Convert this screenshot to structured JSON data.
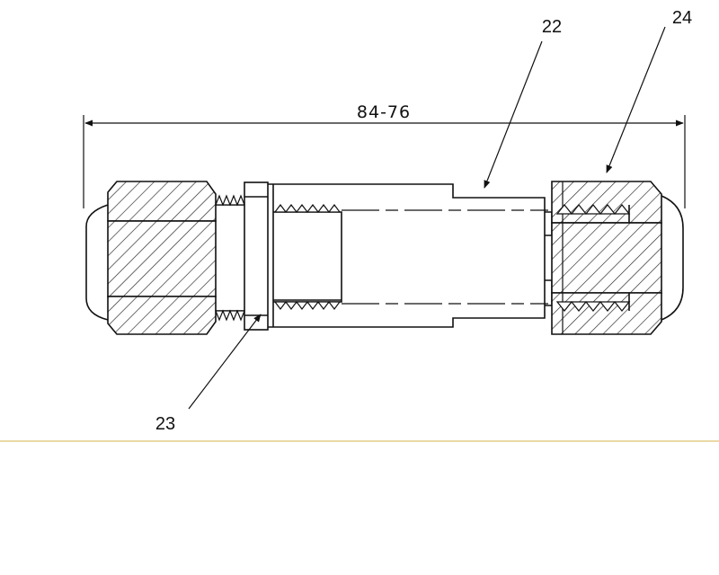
{
  "drawing": {
    "dimension": {
      "text": "84-76"
    },
    "callouts": [
      {
        "id": "c22",
        "text": "22"
      },
      {
        "id": "c23",
        "text": "23"
      },
      {
        "id": "c24",
        "text": "24"
      }
    ]
  }
}
